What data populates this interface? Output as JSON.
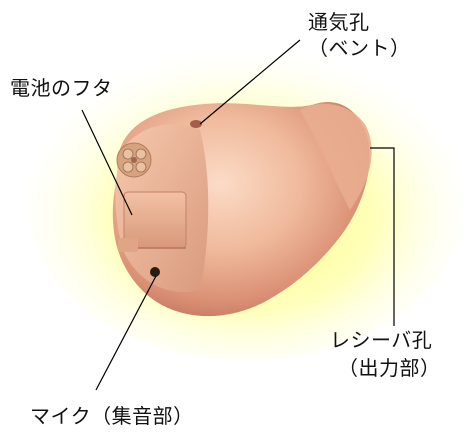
{
  "labels": {
    "vent_line1": "通気孔",
    "vent_line2": "（ベント）",
    "battery_cover": "電池のフタ",
    "receiver_line1": "レシーバ孔",
    "receiver_line2": "（出力部）",
    "microphone": "マイク（集音部）"
  },
  "colors": {
    "glow": "#ffff66",
    "shell_light": "#f7d0b6",
    "shell_mid": "#e6a98a",
    "shell_dark": "#b9705a",
    "leader_line": "#000000",
    "text": "#111111"
  }
}
